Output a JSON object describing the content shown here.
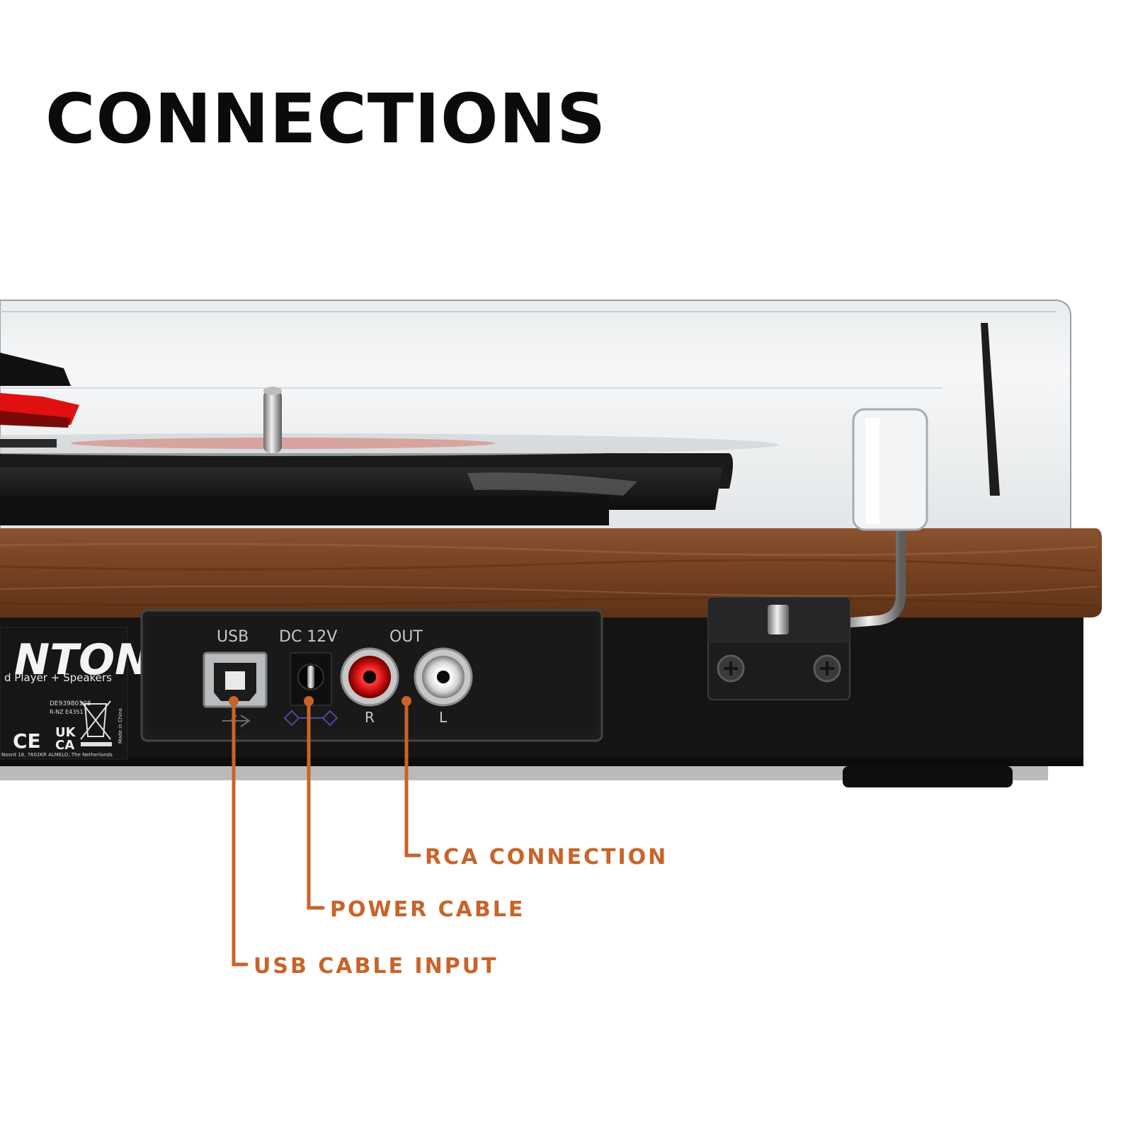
{
  "heading": "CONNECTIONS",
  "colors": {
    "accent": "#c8642a",
    "heading": "#0b0b0b",
    "wood": "#7a4424",
    "panel": "#1a1a1a"
  },
  "panel": {
    "usb_label": "USB",
    "dc_label": "DC 12V",
    "out_label": "OUT",
    "right_label": "R",
    "left_label": "L"
  },
  "brand_plate": {
    "brand": "NTON",
    "subtitle": "d Player + Speakers",
    "cert_id": "DE93980108",
    "rnz": "R-NZ E4351",
    "ce": "CE",
    "ukca_1": "UK",
    "ukca_2": "CA",
    "origin": "Made in China",
    "address": "Noord 18, 7602KR ALMELO, The Netherlands"
  },
  "callouts": {
    "rca": "RCA CONNECTION",
    "power": "POWER CABLE",
    "usb": "USB CABLE INPUT"
  }
}
